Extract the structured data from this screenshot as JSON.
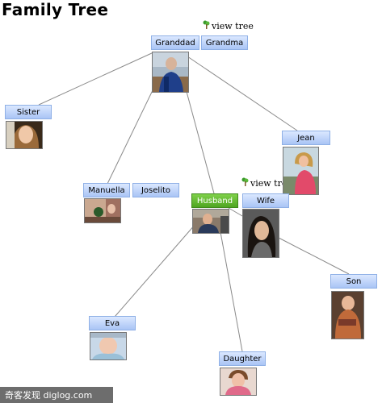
{
  "page": {
    "title": "Family Tree"
  },
  "view_tree_label": "view tree",
  "nodes": {
    "granddad": "Granddad",
    "grandma": "Grandma",
    "sister": "Sister",
    "jean": "Jean",
    "manuella": "Manuella",
    "joselito": "Joselito",
    "husband": "Husband",
    "wife": "Wife",
    "son": "Son",
    "eva": "Eva",
    "daughter": "Daughter"
  },
  "selected_node": "Husband",
  "colors": {
    "node_fill": "#b8d0f8",
    "node_border": "#8fb0e6",
    "selected_fill": "#5db52c",
    "link": "#8a8a8a"
  },
  "footer": {
    "text": "奇客发现 diglog.com"
  }
}
